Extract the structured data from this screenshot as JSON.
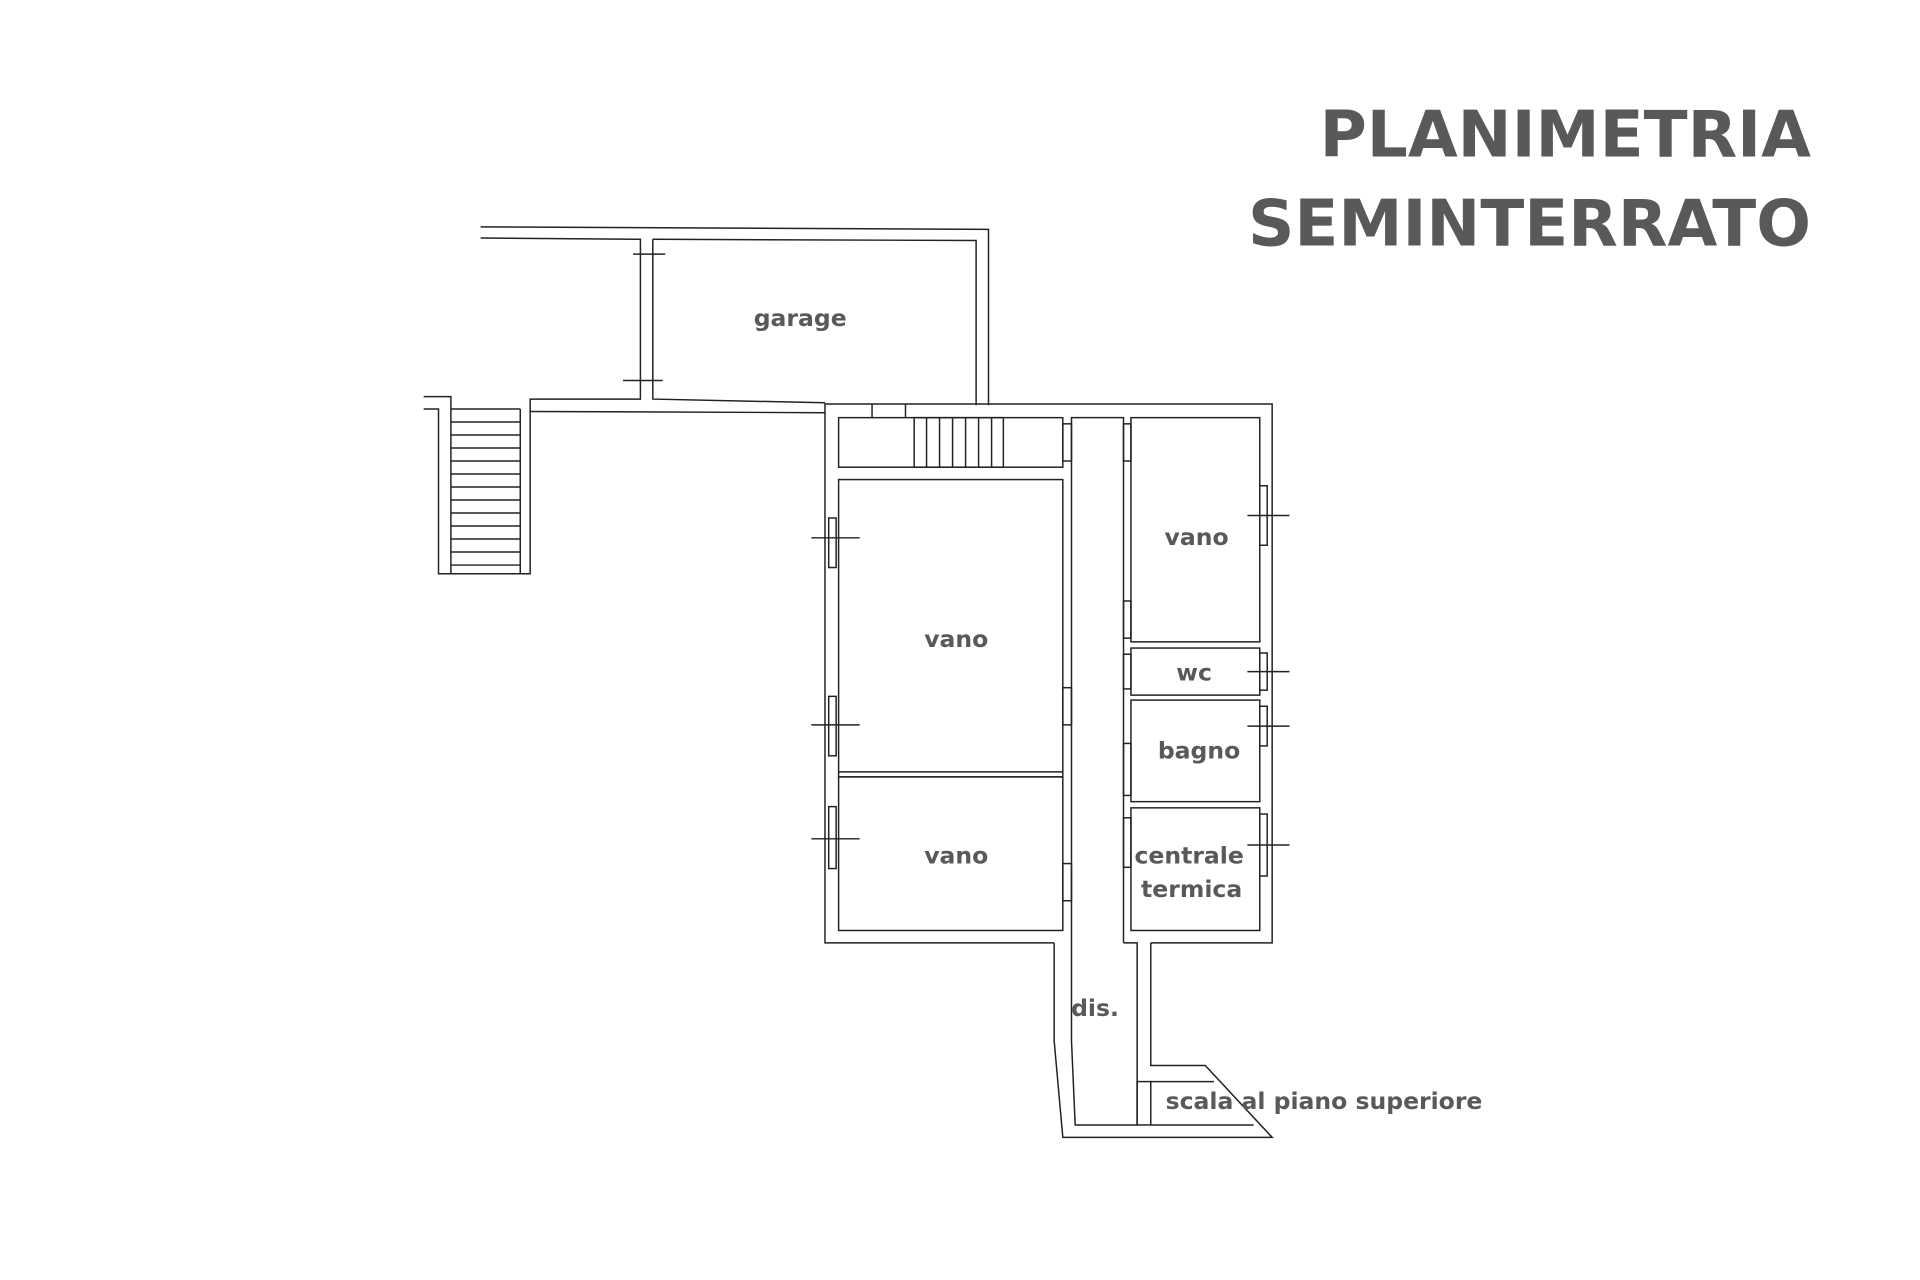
{
  "title": {
    "line1": "PLANIMETRIA",
    "line2": "SEMINTERRATO"
  },
  "rooms": {
    "garage": "garage",
    "vano_left_top": "vano",
    "vano_left_bottom": "vano",
    "vano_right": "vano",
    "wc": "wc",
    "bagno": "bagno",
    "centrale_line1": "centrale",
    "centrale_line2": "termica",
    "dis": "dis.",
    "scala": "scala al piano superiore"
  },
  "colors": {
    "text": "#58595b",
    "lines": "#222222"
  }
}
